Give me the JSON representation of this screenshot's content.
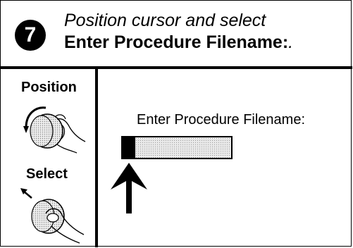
{
  "step": {
    "number": "7"
  },
  "instruction": {
    "line1": "Position cursor and select",
    "line2_bold": "Enter Procedure Filename:",
    "line2_suffix": "."
  },
  "controls": {
    "position_label": "Position",
    "select_label": "Select",
    "position_knob_icon": "rotate-knob-icon",
    "select_knob_icon": "press-knob-icon"
  },
  "screen": {
    "prompt_label": "Enter Procedure Filename:",
    "field_value": "",
    "pointer_icon": "up-arrow-icon"
  }
}
